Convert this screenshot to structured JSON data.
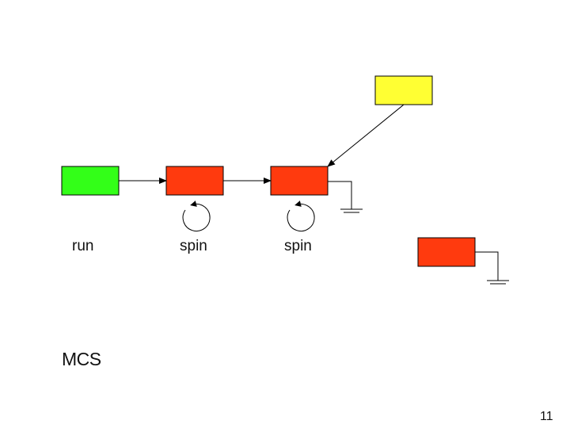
{
  "diagram": {
    "nodes": [
      {
        "id": "run-node",
        "label": "run",
        "color": "#33ff18"
      },
      {
        "id": "spin-node-1",
        "label": "spin",
        "color": "#ff3a0e"
      },
      {
        "id": "spin-node-2",
        "label": "spin",
        "color": "#ff3a0e"
      },
      {
        "id": "queued-node",
        "label": "",
        "color": "#ffff33"
      },
      {
        "id": "isolated-node",
        "label": "",
        "color": "#ff3a0e"
      }
    ],
    "edges": [
      {
        "from": "run-node",
        "to": "spin-node-1"
      },
      {
        "from": "spin-node-1",
        "to": "spin-node-2"
      },
      {
        "from": "queued-node",
        "to": "spin-node-2"
      }
    ]
  },
  "caption": "MCS",
  "page_number": "11"
}
